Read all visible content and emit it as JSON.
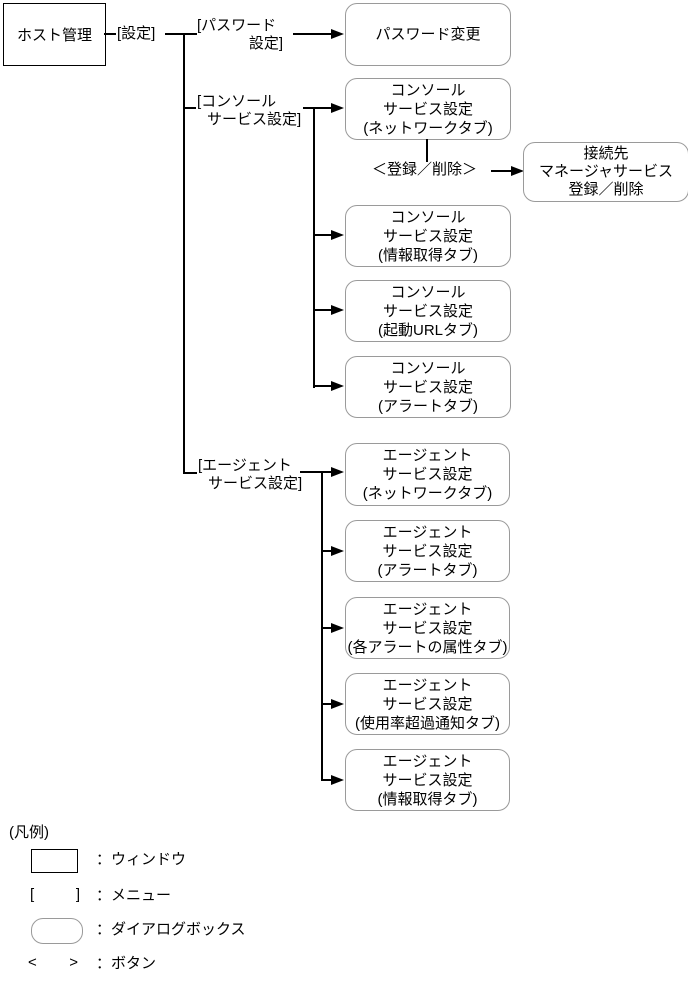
{
  "window": {
    "title": "ホスト管理"
  },
  "settings_menu": {
    "label": "[設定]"
  },
  "password_menu": {
    "line1": "[パスワード",
    "line2": "設定]"
  },
  "password_dialog": {
    "line1": "パスワード変更"
  },
  "console_menu": {
    "line1": "[コンソール",
    "line2": "サービス設定]"
  },
  "console_dialogs": [
    {
      "line1": "コンソール",
      "line2": "サービス設定",
      "line3": "(ネットワークタブ)"
    },
    {
      "line1": "コンソール",
      "line2": "サービス設定",
      "line3": "(情報取得タブ)"
    },
    {
      "line1": "コンソール",
      "line2": "サービス設定",
      "line3": "(起動URLタブ)"
    },
    {
      "line1": "コンソール",
      "line2": "サービス設定",
      "line3": "(アラートタブ)"
    }
  ],
  "register_button": {
    "label": "＜登録／削除＞"
  },
  "register_dialog": {
    "line1": "接続先",
    "line2": "マネージャサービス",
    "line3": "登録／削除"
  },
  "agent_menu": {
    "line1": "[エージェント",
    "line2": "サービス設定]"
  },
  "agent_dialogs": [
    {
      "line1": "エージェント",
      "line2": "サービス設定",
      "line3": "(ネットワークタブ)"
    },
    {
      "line1": "エージェント",
      "line2": "サービス設定",
      "line3": "(アラートタブ)"
    },
    {
      "line1": "エージェント",
      "line2": "サービス設定",
      "line3": "(各アラートの属性タブ)"
    },
    {
      "line1": "エージェント",
      "line2": "サービス設定",
      "line3": "(使用率超過通知タブ)"
    },
    {
      "line1": "エージェント",
      "line2": "サービス設定",
      "line3": "(情報取得タブ)"
    }
  ],
  "legend": {
    "title": "(凡例)",
    "window_label": "：ウィンドウ",
    "menu_label": "：メニュー",
    "menu_open": "[",
    "menu_close": "]",
    "dialog_label": "：ダイアログボックス",
    "button_label": "：ボタン",
    "button_open": "<",
    "button_close": ">"
  },
  "colors": {
    "line": "#000000",
    "dialog_border": "#9a9a9a",
    "background": "#ffffff"
  }
}
